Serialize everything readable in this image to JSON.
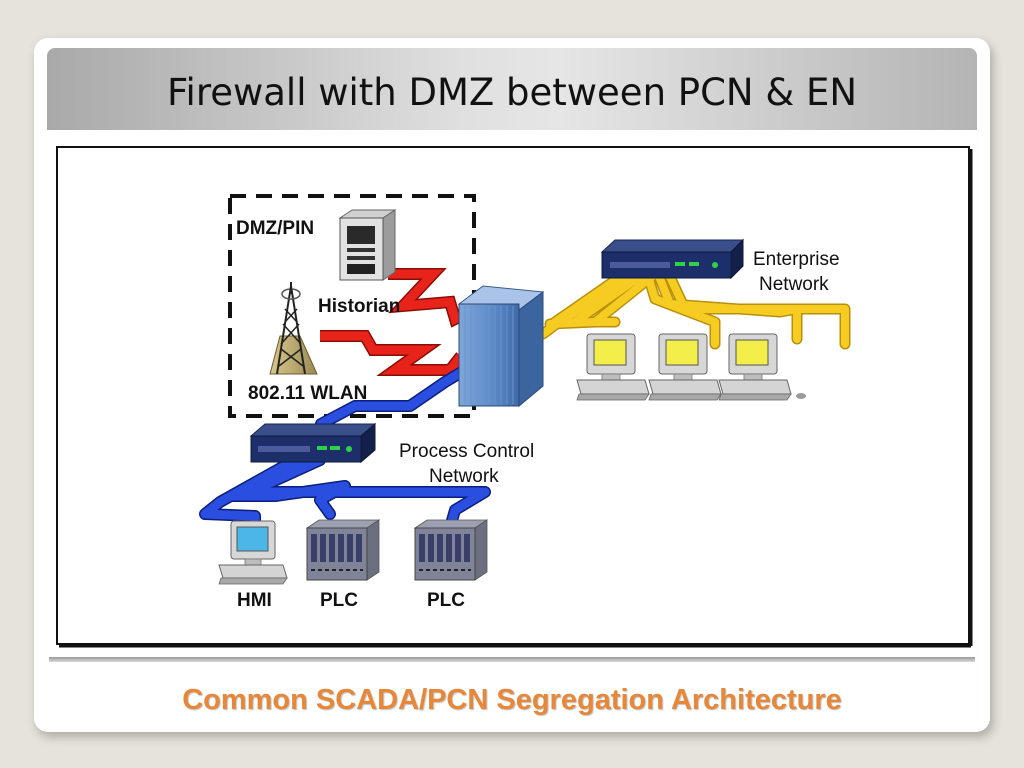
{
  "slide": {
    "title": "Firewall with DMZ between PCN & EN",
    "caption": "Common SCADA/PCN Segregation Architecture"
  },
  "diagram": {
    "dmz_label": "DMZ/PIN",
    "historian_label": "Historian",
    "wlan_label": "802.11 WLAN",
    "enterprise_label_1": "Enterprise",
    "enterprise_label_2": "Network",
    "pcn_label_1": "Process Control",
    "pcn_label_2": "Network",
    "hmi_label": "HMI",
    "plc1_label": "PLC",
    "plc2_label": "PLC",
    "colors": {
      "dmz_link": "#e8231a",
      "enterprise_link": "#f2c21a",
      "pcn_link": "#1e3ed0",
      "firewall": "#5a8ac8",
      "switch": "#1c2f6b",
      "caption": "#e6873a"
    }
  }
}
